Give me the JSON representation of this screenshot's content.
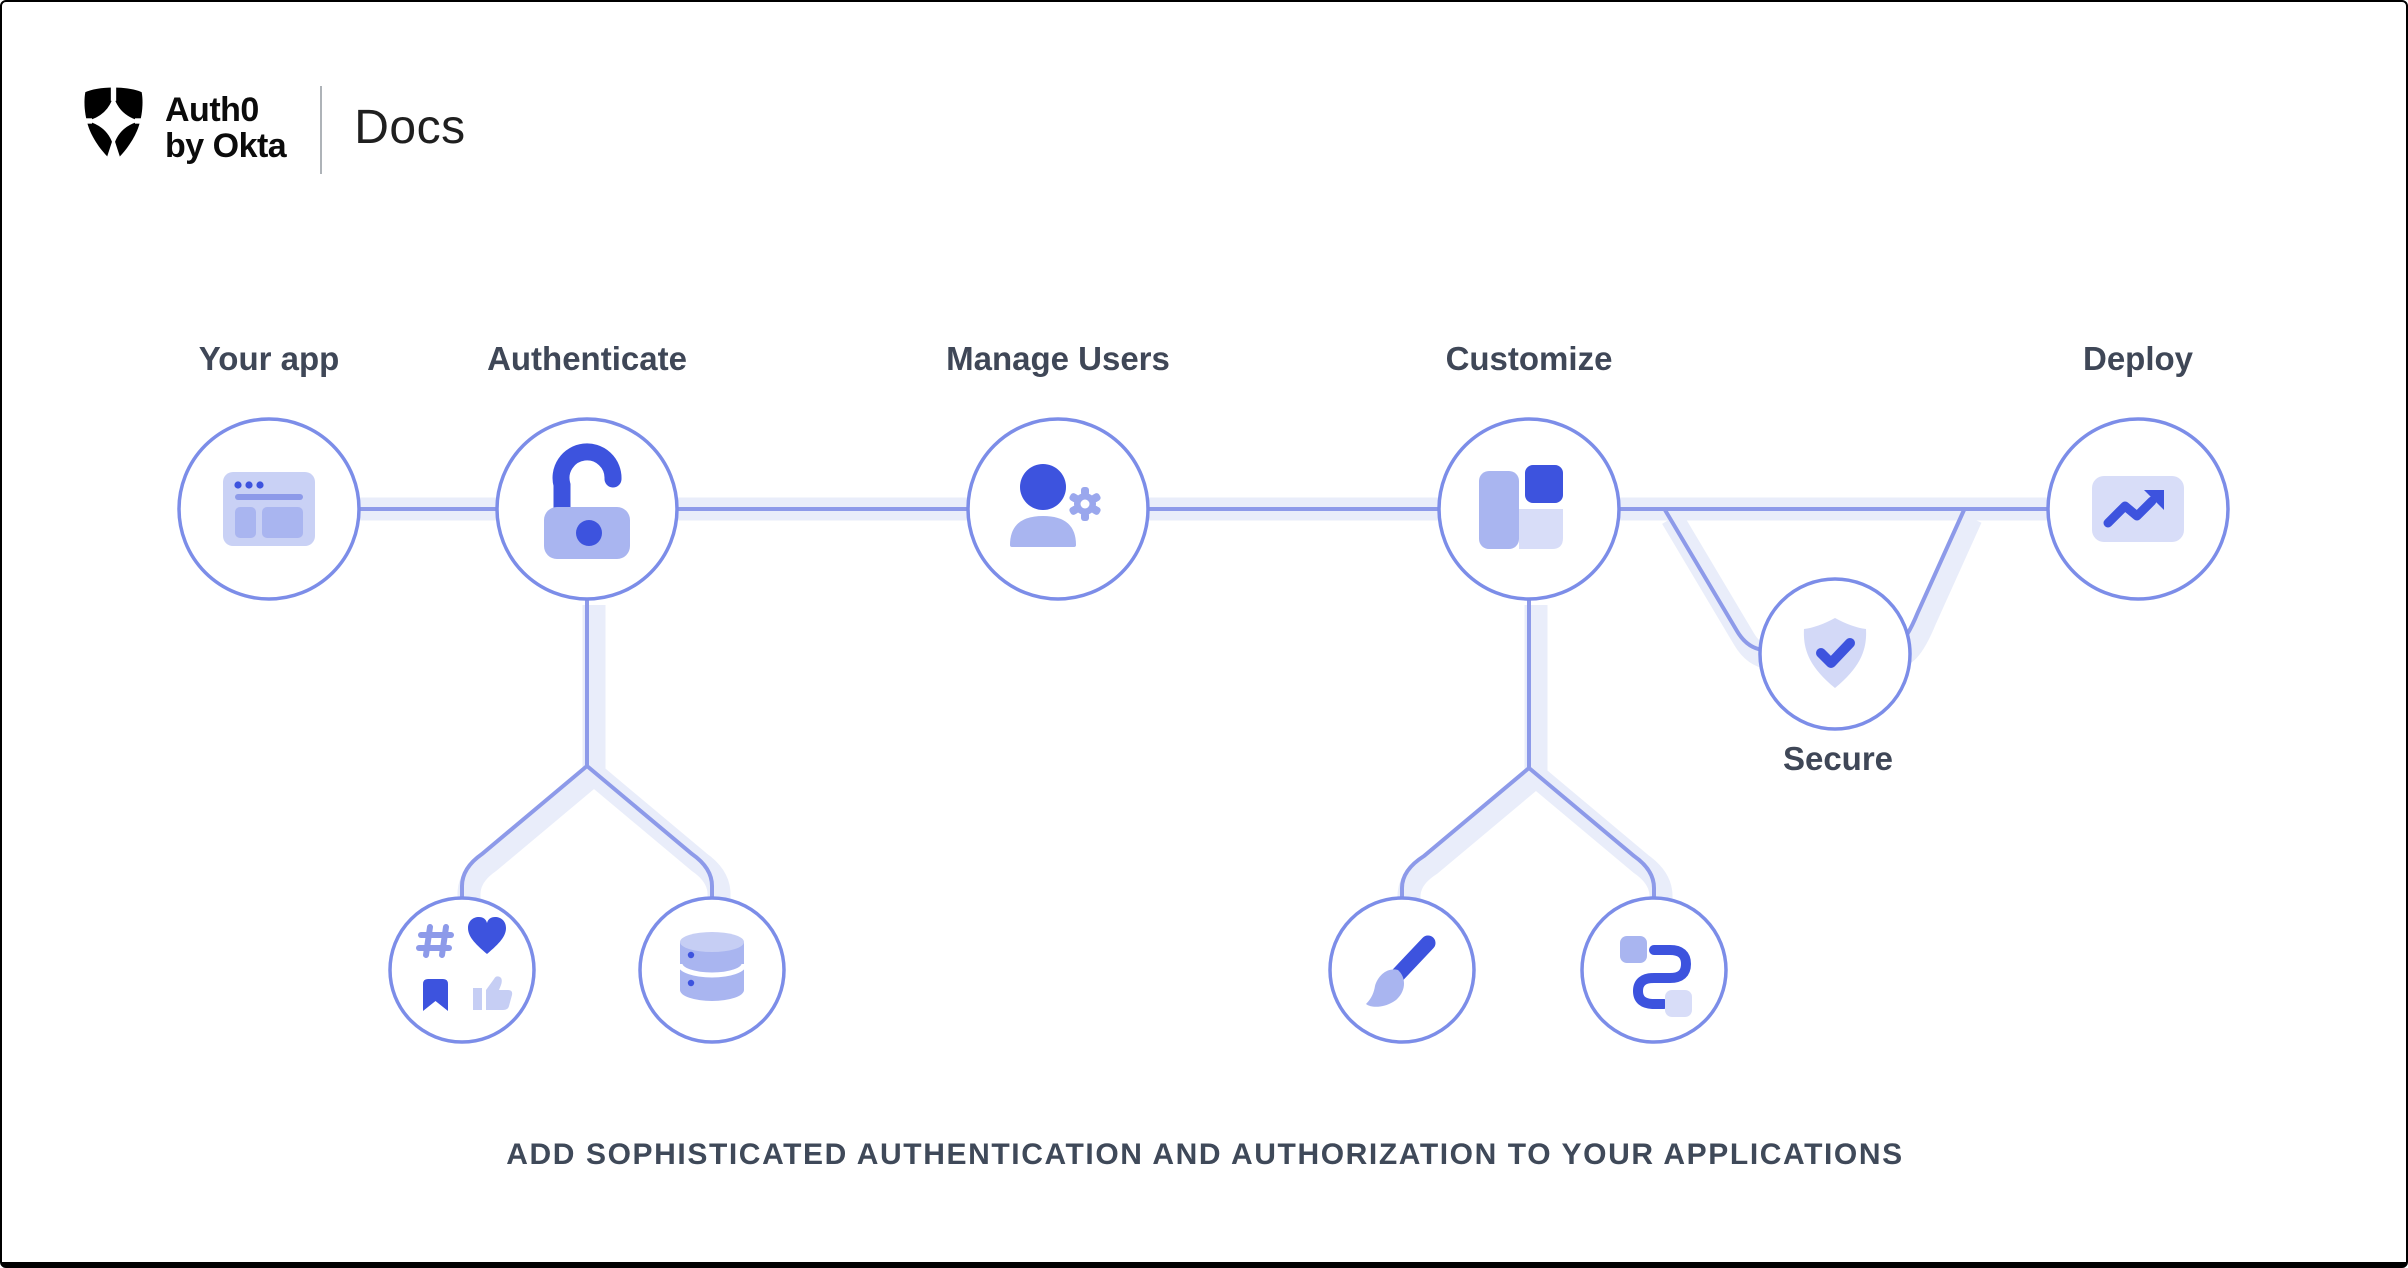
{
  "header": {
    "logo_line1": "Auth0",
    "logo_line2": "by Okta",
    "product": "Docs",
    "logo_icon": "auth0-shield-icon"
  },
  "diagram": {
    "nodes": {
      "your_app": {
        "label": "Your app",
        "icon": "browser-window-icon"
      },
      "authenticate": {
        "label": "Authenticate",
        "icon": "padlock-open-icon"
      },
      "manage_users": {
        "label": "Manage Users",
        "icon": "user-settings-icon"
      },
      "customize": {
        "label": "Customize",
        "icon": "layout-blocks-icon"
      },
      "secure": {
        "label": "Secure",
        "icon": "shield-check-icon"
      },
      "deploy": {
        "label": "Deploy",
        "icon": "trending-up-icon"
      },
      "social_connections": {
        "icon": "social-engagement-icon"
      },
      "user_database": {
        "icon": "database-icon"
      },
      "branding": {
        "icon": "paintbrush-icon"
      },
      "actions_workflow": {
        "icon": "workflow-path-icon"
      }
    },
    "colors": {
      "accent_dark": "#3D53DE",
      "accent_mid": "#A9B5F0",
      "accent_soft": "#C9D1F5",
      "accent_lightest": "#D8DDF8",
      "connector_line": "#8D9AE9",
      "connector_halo": "#E9EDFA",
      "circle_border": "#7C8DE8",
      "label_text": "#3F4757"
    }
  },
  "tagline": "ADD SOPHISTICATED AUTHENTICATION AND AUTHORIZATION TO YOUR APPLICATIONS"
}
